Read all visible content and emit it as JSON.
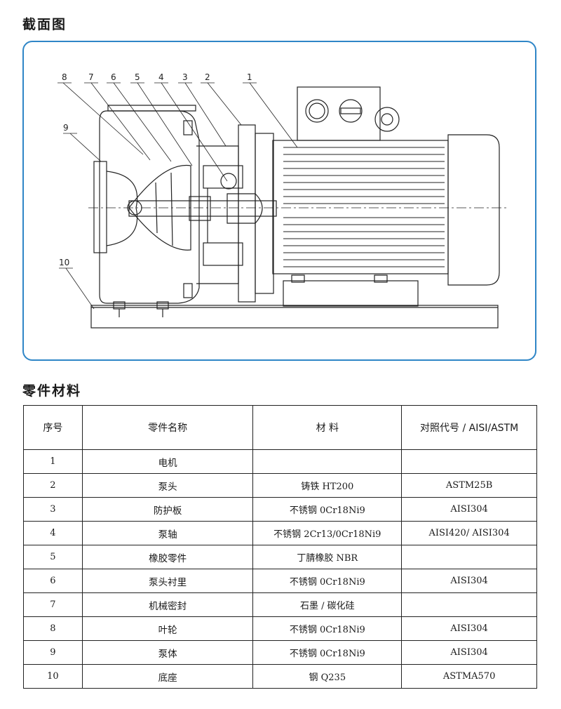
{
  "section_titles": {
    "cross_section": "截面图",
    "parts_materials": "零件材料"
  },
  "diagram": {
    "callouts": [
      "1",
      "2",
      "3",
      "4",
      "5",
      "6",
      "7",
      "8",
      "9",
      "10"
    ]
  },
  "table": {
    "headers": [
      "序号",
      "零件名称",
      "材 料",
      "对照代号 / AISI/ASTM"
    ],
    "rows": [
      {
        "no": "1",
        "name": "电机",
        "material": "",
        "code": ""
      },
      {
        "no": "2",
        "name": "泵头",
        "material": "铸铁 HT200",
        "code": "ASTM25B"
      },
      {
        "no": "3",
        "name": "防护板",
        "material": "不锈钢 0Cr18Ni9",
        "code": "AISI304"
      },
      {
        "no": "4",
        "name": "泵轴",
        "material": "不锈钢 2Cr13/0Cr18Ni9",
        "code": "AISI420/ AISI304"
      },
      {
        "no": "5",
        "name": "橡胶零件",
        "material": "丁腈橡胶 NBR",
        "code": ""
      },
      {
        "no": "6",
        "name": "泵头衬里",
        "material": "不锈钢 0Cr18Ni9",
        "code": "AISI304"
      },
      {
        "no": "7",
        "name": "机械密封",
        "material": "石墨 / 碳化硅",
        "code": ""
      },
      {
        "no": "8",
        "name": "叶轮",
        "material": "不锈钢 0Cr18Ni9",
        "code": "AISI304"
      },
      {
        "no": "9",
        "name": "泵体",
        "material": "不锈钢 0Cr18Ni9",
        "code": "AISI304"
      },
      {
        "no": "10",
        "name": "底座",
        "material": "钢 Q235",
        "code": "ASTMA570"
      }
    ]
  },
  "colors": {
    "frame_border": "#2f86c7",
    "line": "#222222"
  }
}
